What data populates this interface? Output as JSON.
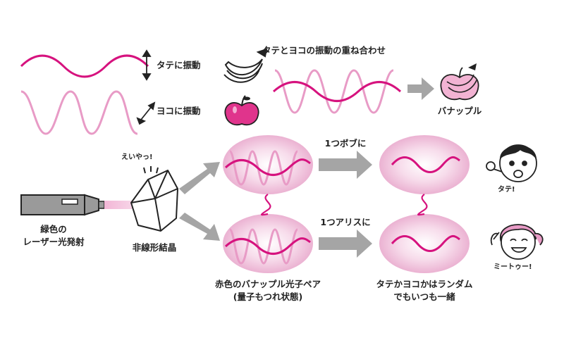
{
  "labels": {
    "vertical": "タテに振動",
    "horizontal": "ヨコに振動",
    "superposition": "タテとヨコの振動の重ね合わせ",
    "banapple": "バナップル",
    "laser_line1": "緑色の",
    "laser_line2": "レーザー光発射",
    "crystal": "非線形結晶",
    "crystal_shout": "えいやっ!",
    "pair_line1": "赤色のバナップル光子ペア",
    "pair_line2": "(量子もつれ状態)",
    "bob_label": "1つボブに",
    "alice_label": "1つアリスに",
    "random_line1": "タテかヨコかはランダム",
    "random_line2": "でもいつも一緒",
    "bob_says": "タテ!",
    "alice_says": "ミートゥー!"
  },
  "icons": {
    "banana": "banana-icon",
    "apple": "apple-icon",
    "banapple": "banapple-icon",
    "laser": "laser-pointer-icon",
    "crystal": "crystal-icon",
    "bob": "bob-face-icon",
    "alice": "alice-face-icon"
  },
  "colors": {
    "magenta": "#d6127e",
    "pink": "#e89bc6",
    "gray_arrow": "#a5a5a5",
    "ellipse": "#f2c6de"
  }
}
